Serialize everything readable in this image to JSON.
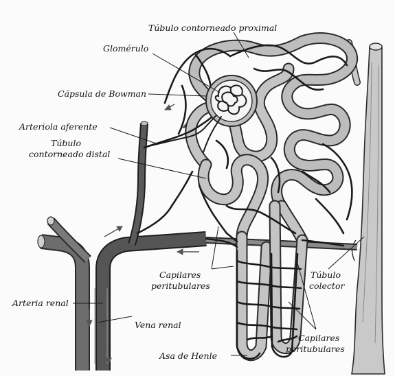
{
  "labels": {
    "tubulo_contorneado_proximal": "Túbulo contorneado proximal",
    "glomerulo": "Glomérulo",
    "capsula_de_bowman": "Cápsula de Bowman",
    "arteriola_aferente": "Arteriola aferente",
    "tubulo_contorneado_distal_1": "Túbulo",
    "tubulo_contorneado_distal_2": "contorneado distal",
    "capilares_peritubulares_left_1": "Capilares",
    "capilares_peritubulares_left_2": "peritubulares",
    "tubulo_colector_1": "Túbulo",
    "tubulo_colector_2": "colector",
    "arteria_renal": "Arteria renal",
    "vena_renal": "Vena renal",
    "asa_de_henle": "Asa de Henle",
    "capilares_peritubulares_right_1": "Capilares",
    "capilares_peritubulares_right_2": "peritubulares"
  },
  "colors": {
    "tubule_fill": "#bdbdbd",
    "tubule_outline": "#2a2a2a",
    "vessel_dark": "#3a3a3a",
    "capillary": "#1a1a1a",
    "background": "#ffffff"
  }
}
